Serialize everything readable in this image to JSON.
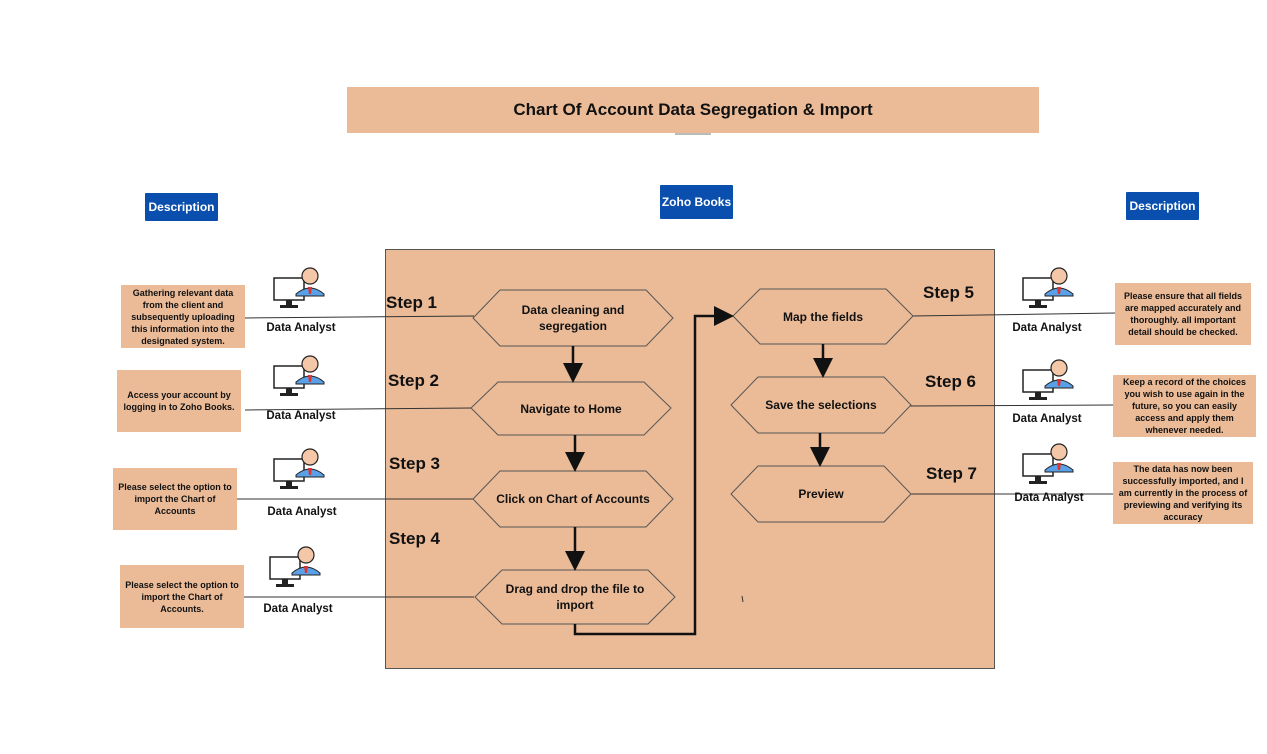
{
  "title": "Chart Of Account Data Segregation & Import",
  "headers": {
    "left_description": "Description",
    "center": "Zoho Books",
    "right_description": "Description"
  },
  "steps": [
    {
      "step": "Step 1",
      "label": "Data cleaning and segregation",
      "role": "Data Analyst",
      "note": "Gathering relevant data from the client and subsequently uploading this information into the designated system."
    },
    {
      "step": "Step 2",
      "label": "Navigate to Home",
      "role": "Data Analyst",
      "note": "Access your account by logging in to Zoho Books."
    },
    {
      "step": "Step 3",
      "label": "Click on Chart of Accounts",
      "role": "Data Analyst",
      "note": "Please select the option to import the Chart of Accounts"
    },
    {
      "step": "Step 4",
      "label": "Drag and drop the file to import",
      "role": "Data Analyst",
      "note": "Please select the option to import the Chart of Accounts."
    },
    {
      "step": "Step 5",
      "label": "Map the fields",
      "role": "Data Analyst",
      "note": "Please ensure that all fields are mapped accurately and thoroughly. all  important detail should be checked."
    },
    {
      "step": "Step 6",
      "label": "Save the selections",
      "role": "Data Analyst",
      "note": "Keep a record of the choices you wish to use again in the future, so you can easily access and apply them whenever needed."
    },
    {
      "step": "Step 7",
      "label": "Preview",
      "role": "Data Analyst",
      "note": "The data has now been successfully imported, and I am currently in the process of previewing and verifying its accuracy"
    }
  ],
  "icons": {
    "analyst": "data-analyst-computer-icon"
  },
  "colors": {
    "panel": "#ebbb98",
    "header_blue": "#0a4fae"
  }
}
